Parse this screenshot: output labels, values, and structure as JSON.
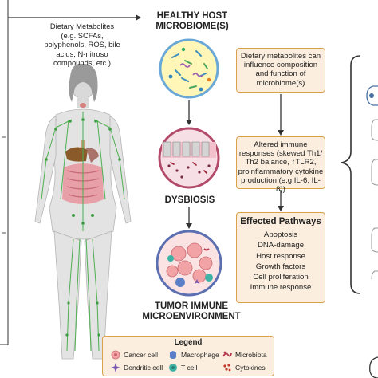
{
  "diet_text": [
    "Dietary Metabolites",
    "(e.g. SCFAs,",
    "polyphenols, ROS, bile",
    "acids, N-nitroso",
    "compounds, etc.)"
  ],
  "healthy_title": [
    "HEALTHY HOST",
    "MICROBIOME(S)"
  ],
  "dysbiosis_title": "DYSBIOSIS",
  "tumor_title": [
    "TUMOR IMMUNE",
    "MICROENVIRONMENT"
  ],
  "box1": [
    "Dietary metabolites can",
    "influence composition",
    "and function of",
    "microbiome(s)"
  ],
  "box2": [
    "Altered immune",
    "responses (skewed Th1/",
    "Th2 balance, ↑TLR2,",
    "proinflammatory cytokine",
    "production (e.g.IL-6, IL-8))"
  ],
  "pathways": {
    "title": "Effected Pathways",
    "items": [
      "Apoptosis",
      "DNA-damage",
      "Host response",
      "Growth factors",
      "Cell proliferation",
      "Immune response"
    ]
  },
  "legend": {
    "title": "Legend",
    "items": [
      {
        "label": "Cancer cell",
        "icon": "cancer-cell-icon",
        "color": "#f2a3a6"
      },
      {
        "label": "Macrophage",
        "icon": "macrophage-icon",
        "color": "#5b7fc7"
      },
      {
        "label": "Microbiota",
        "icon": "microbiota-icon",
        "color": "#b2374b"
      },
      {
        "label": "Dendritic cell",
        "icon": "dendritic-cell-icon",
        "color": "#7a58b0"
      },
      {
        "label": "T cell",
        "icon": "t-cell-icon",
        "color": "#3fb3a6"
      },
      {
        "label": "Cytokines",
        "icon": "cytokines-icon",
        "color": "#c0392b"
      }
    ]
  },
  "colors": {
    "box_border": "#d9a14a",
    "box_fill": "#fbeede",
    "lymph": "#4caf50",
    "body_skin": "#ececec"
  }
}
